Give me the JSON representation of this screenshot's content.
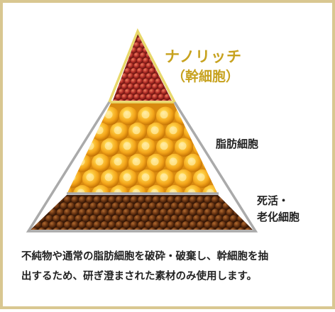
{
  "labels": {
    "top_line1": "ナノリッチ",
    "top_line2": "（幹細胞）",
    "middle": "脂肪細胞",
    "bottom_line1": "死活・",
    "bottom_line2": "老化細胞"
  },
  "caption": {
    "line1": "不純物や通常の脂肪細胞を破砕・破棄し、幹細胞を抽",
    "line2": "出するため、研ぎ澄まされた素材のみ使用します。"
  },
  "colors": {
    "accent_gold": "#c7a21e",
    "frame_border": "#d9c791",
    "top_cells": "#b6302a",
    "middle_cells": "#f3a419",
    "bottom_cells": "#6b3512"
  }
}
